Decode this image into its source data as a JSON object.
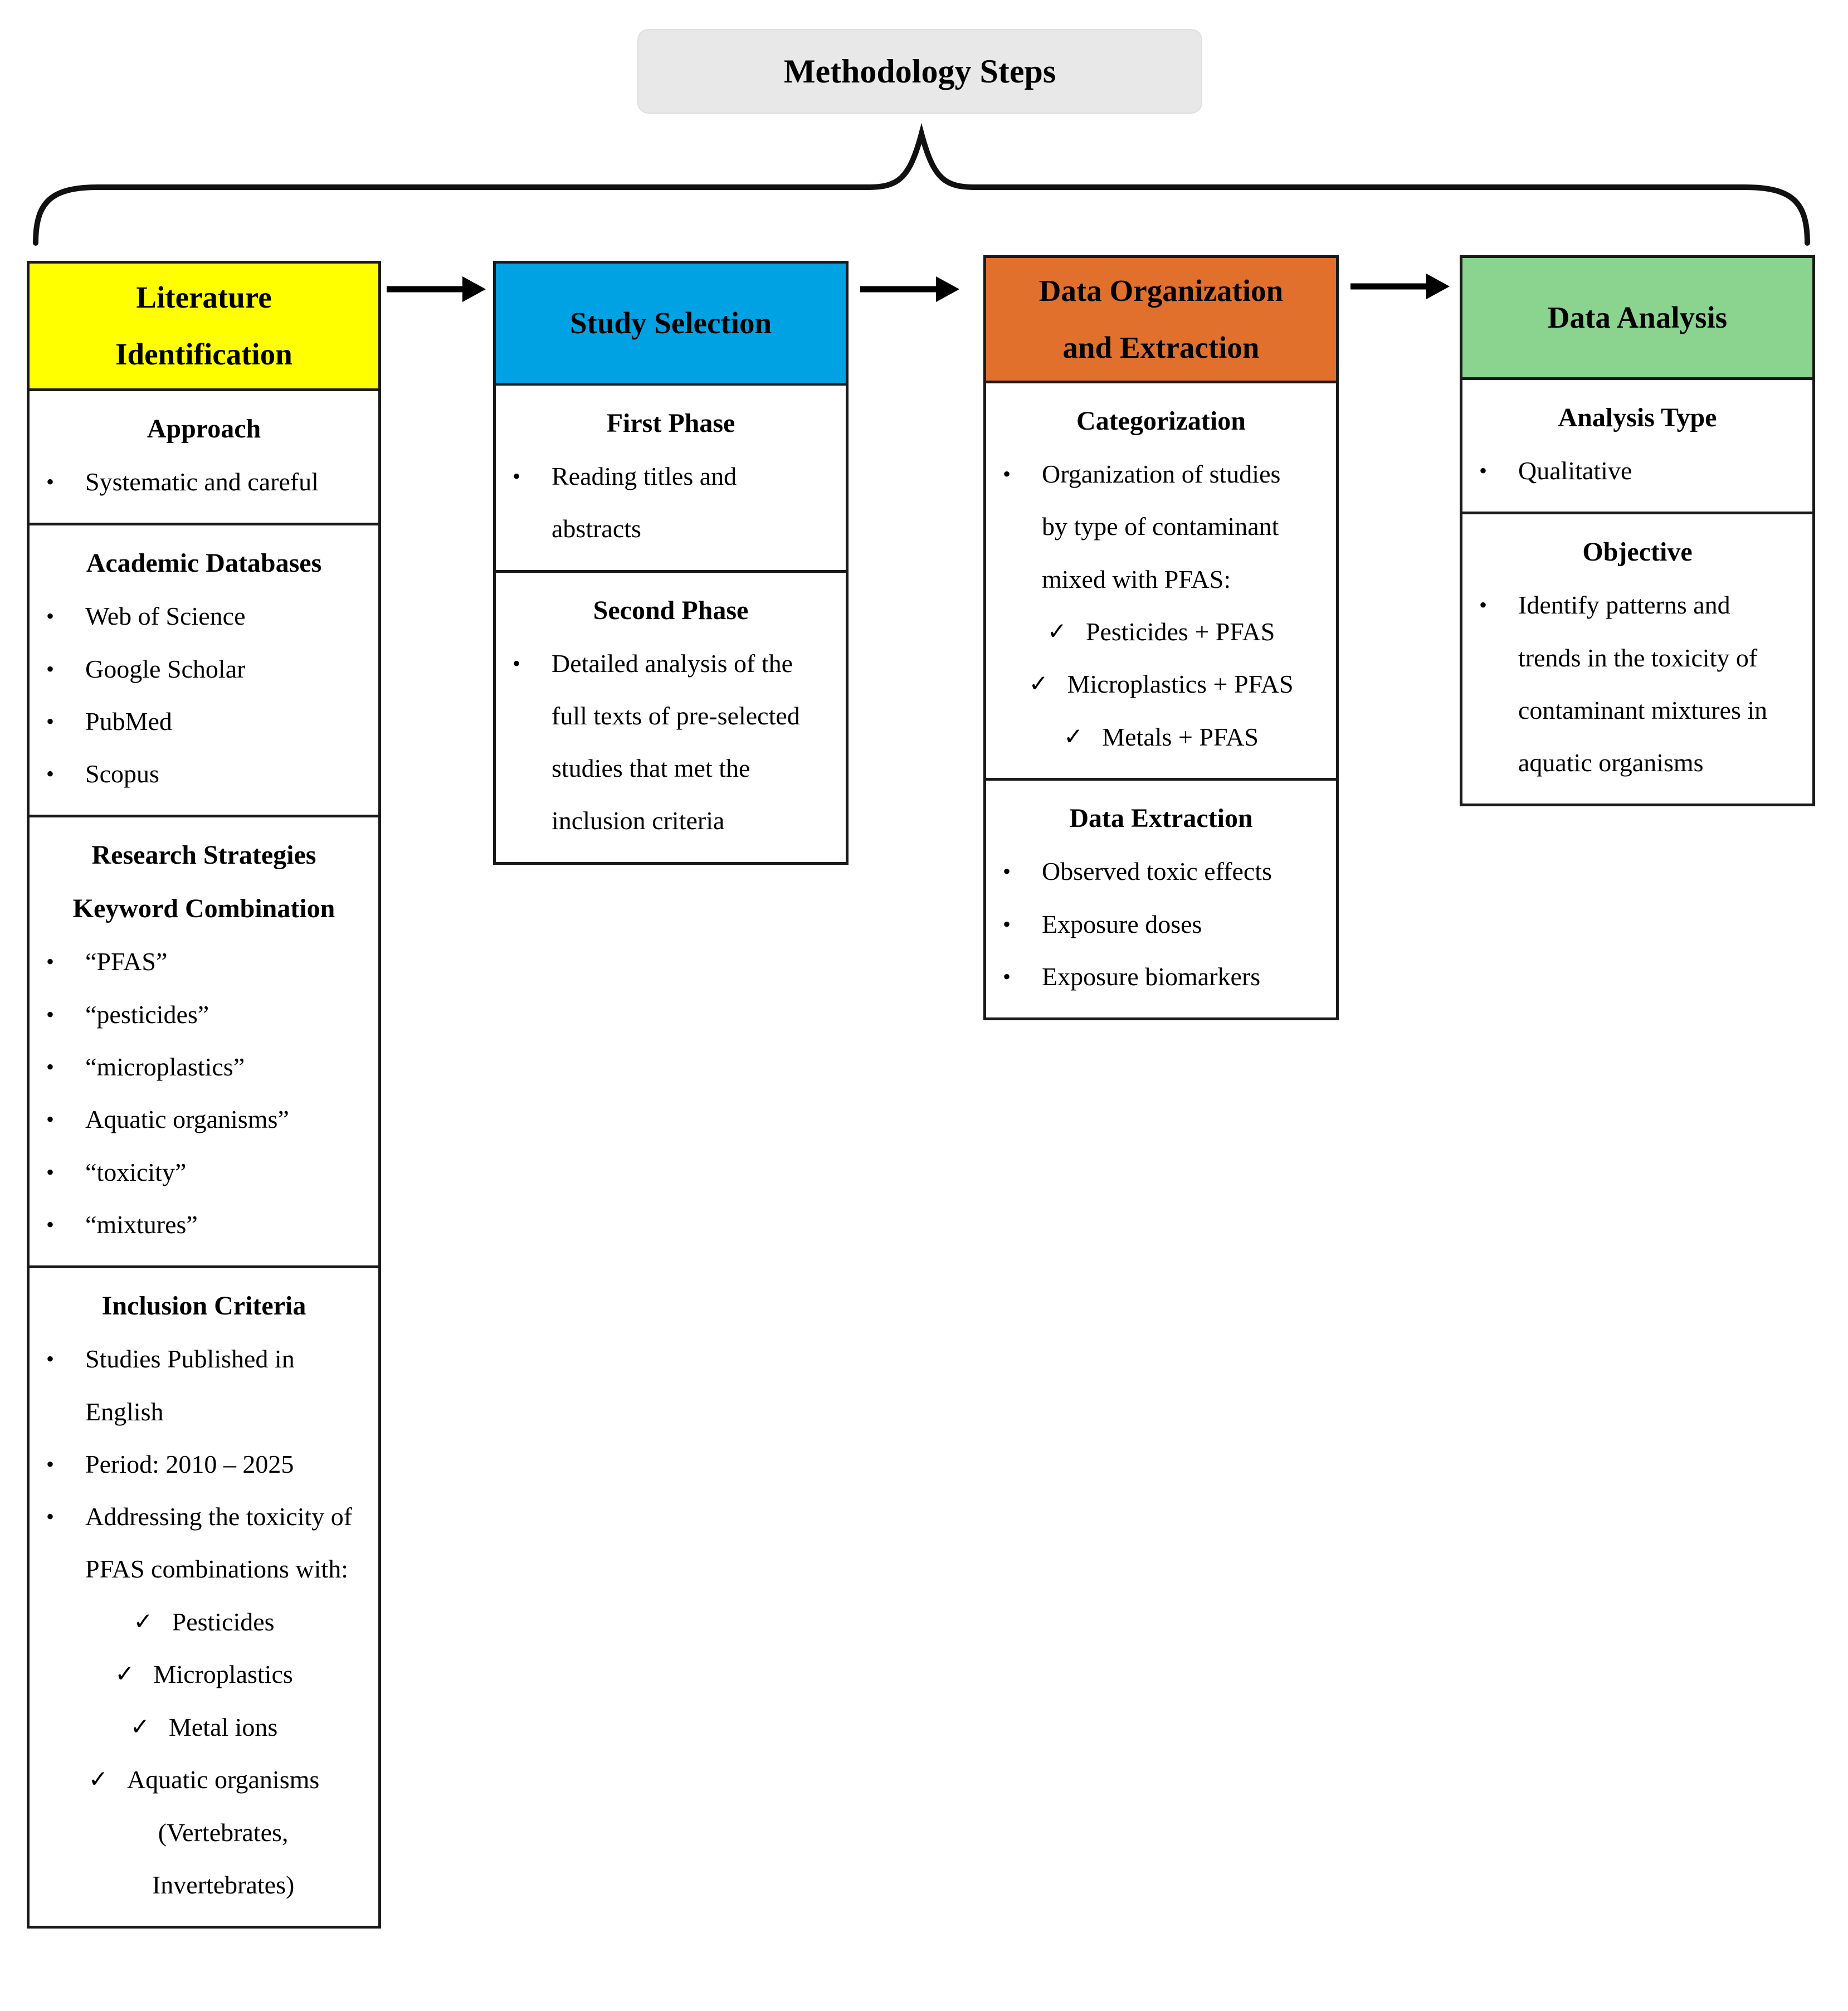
{
  "title": {
    "label": "Methodology Steps"
  },
  "markers": {
    "bullet": "•",
    "check": "✓"
  },
  "colors": {
    "yellow": "#FFFF00",
    "blue": "#00A2E4",
    "orange": "#E2702D",
    "green": "#8BD48F",
    "title_bg": "#E8E8E8",
    "line": "#1A1A1A"
  },
  "columns": [
    {
      "id": "literature-identification",
      "header": {
        "lines": [
          "Literature",
          "Identification"
        ]
      },
      "sections": [
        {
          "heading": [
            "Approach"
          ],
          "items": [
            {
              "marker": "bullet",
              "text": "Systematic and careful"
            }
          ]
        },
        {
          "heading": [
            "Academic Databases"
          ],
          "items": [
            {
              "marker": "bullet",
              "text": "Web of Science"
            },
            {
              "marker": "bullet",
              "text": "Google Scholar"
            },
            {
              "marker": "bullet",
              "text": "PubMed"
            },
            {
              "marker": "bullet",
              "text": "Scopus"
            }
          ]
        },
        {
          "heading": [
            "Research Strategies",
            "Keyword Combination"
          ],
          "items": [
            {
              "marker": "bullet",
              "text": "“PFAS”"
            },
            {
              "marker": "bullet",
              "text": "“pesticides”"
            },
            {
              "marker": "bullet",
              "text": "“microplastics”"
            },
            {
              "marker": "bullet",
              "text": "Aquatic organisms”"
            },
            {
              "marker": "bullet",
              "text": "“toxicity”"
            },
            {
              "marker": "bullet",
              "text": "“mixtures”"
            }
          ]
        },
        {
          "heading": [
            "Inclusion Criteria"
          ],
          "items": [
            {
              "marker": "bullet",
              "text": "Studies Published in English"
            },
            {
              "marker": "bullet",
              "text": "Period: 2010 – 2025"
            },
            {
              "marker": "bullet",
              "text": "Addressing the toxicity of PFAS combinations with:"
            },
            {
              "marker": "check",
              "text": "Pesticides"
            },
            {
              "marker": "check",
              "text": "Microplastics"
            },
            {
              "marker": "check",
              "text": "Metal ions"
            },
            {
              "marker": "check",
              "text": "Aquatic organisms\n(Vertebrates,\nInvertebrates)"
            }
          ]
        }
      ]
    },
    {
      "id": "study-selection",
      "header": {
        "lines": [
          "Study Selection"
        ]
      },
      "sections": [
        {
          "heading": [
            "First Phase"
          ],
          "items": [
            {
              "marker": "bullet",
              "text": "Reading titles and abstracts"
            }
          ]
        },
        {
          "heading": [
            "Second Phase"
          ],
          "items": [
            {
              "marker": "bullet",
              "text": "Detailed analysis of the full texts of pre-selected studies that met the inclusion criteria"
            }
          ]
        }
      ]
    },
    {
      "id": "data-organization-extraction",
      "header": {
        "lines": [
          "Data Organization",
          "and Extraction"
        ]
      },
      "sections": [
        {
          "heading": [
            "Categorization"
          ],
          "items": [
            {
              "marker": "bullet",
              "text": "Organization of studies by type of contaminant mixed with PFAS:"
            },
            {
              "marker": "check",
              "text": "Pesticides + PFAS"
            },
            {
              "marker": "check",
              "text": "Microplastics + PFAS"
            },
            {
              "marker": "check",
              "text": "Metals + PFAS"
            }
          ]
        },
        {
          "heading": [
            "Data Extraction"
          ],
          "items": [
            {
              "marker": "bullet",
              "text": "Observed toxic effects"
            },
            {
              "marker": "bullet",
              "text": "Exposure doses"
            },
            {
              "marker": "bullet",
              "text": "Exposure biomarkers"
            }
          ]
        }
      ]
    },
    {
      "id": "data-analysis",
      "header": {
        "lines": [
          "Data Analysis"
        ]
      },
      "sections": [
        {
          "heading": [
            "Analysis Type"
          ],
          "items": [
            {
              "marker": "bullet",
              "text": "Qualitative"
            }
          ]
        },
        {
          "heading": [
            "Objective"
          ],
          "items": [
            {
              "marker": "bullet",
              "text": "Identify patterns and trends in the toxicity of contaminant mixtures in aquatic organisms"
            }
          ]
        }
      ]
    }
  ]
}
